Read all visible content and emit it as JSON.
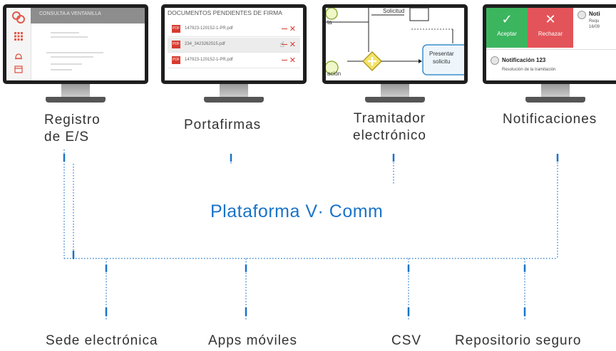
{
  "platform": {
    "title": "Plataforma V· Comm"
  },
  "modules": [
    {
      "label_line1": "Registro",
      "label_line2": "de E/S"
    },
    {
      "label_line1": "Portafirmas"
    },
    {
      "label_line1": "Tramitador",
      "label_line2": "electrónico"
    },
    {
      "label_line1": "Notificaciones"
    }
  ],
  "bottom_items": [
    "Sede electrónica",
    "Apps móviles",
    "CSV",
    "Repositorio seguro"
  ],
  "screens": {
    "registro": {
      "title": "CONSULTA A VENTANILLA",
      "icons": [
        "logo-icon",
        "grid-icon",
        "bell-icon",
        "calendar-icon"
      ]
    },
    "portafirmas": {
      "header": "DOCUMENTOS PENDIENTES DE FIRMA",
      "pdf_badge": "PDF",
      "files": [
        "147923-120152-1-PR.pdf",
        "234_3423262515.pdf",
        "147923-120152-1-PR.pdf"
      ]
    },
    "tramitador": {
      "texts": [
        "Solicitud",
        "ta",
        "Presentar",
        "solicitu",
        "ación"
      ]
    },
    "notificaciones": {
      "accept": "Aceptar",
      "reject": "Rechazar",
      "top_title": "Noti",
      "top_line1": "Requ",
      "top_line2": "16/09",
      "item_title": "Notificación 123",
      "item_desc": "Resolución de la tramitación"
    }
  },
  "colors": {
    "connector": "#1a73c8",
    "title": "#1a73c8",
    "accept": "#3cb55f",
    "reject": "#e3545a",
    "pdf": "#d73a2f",
    "bpmn_gateway": "#f3e36a"
  }
}
